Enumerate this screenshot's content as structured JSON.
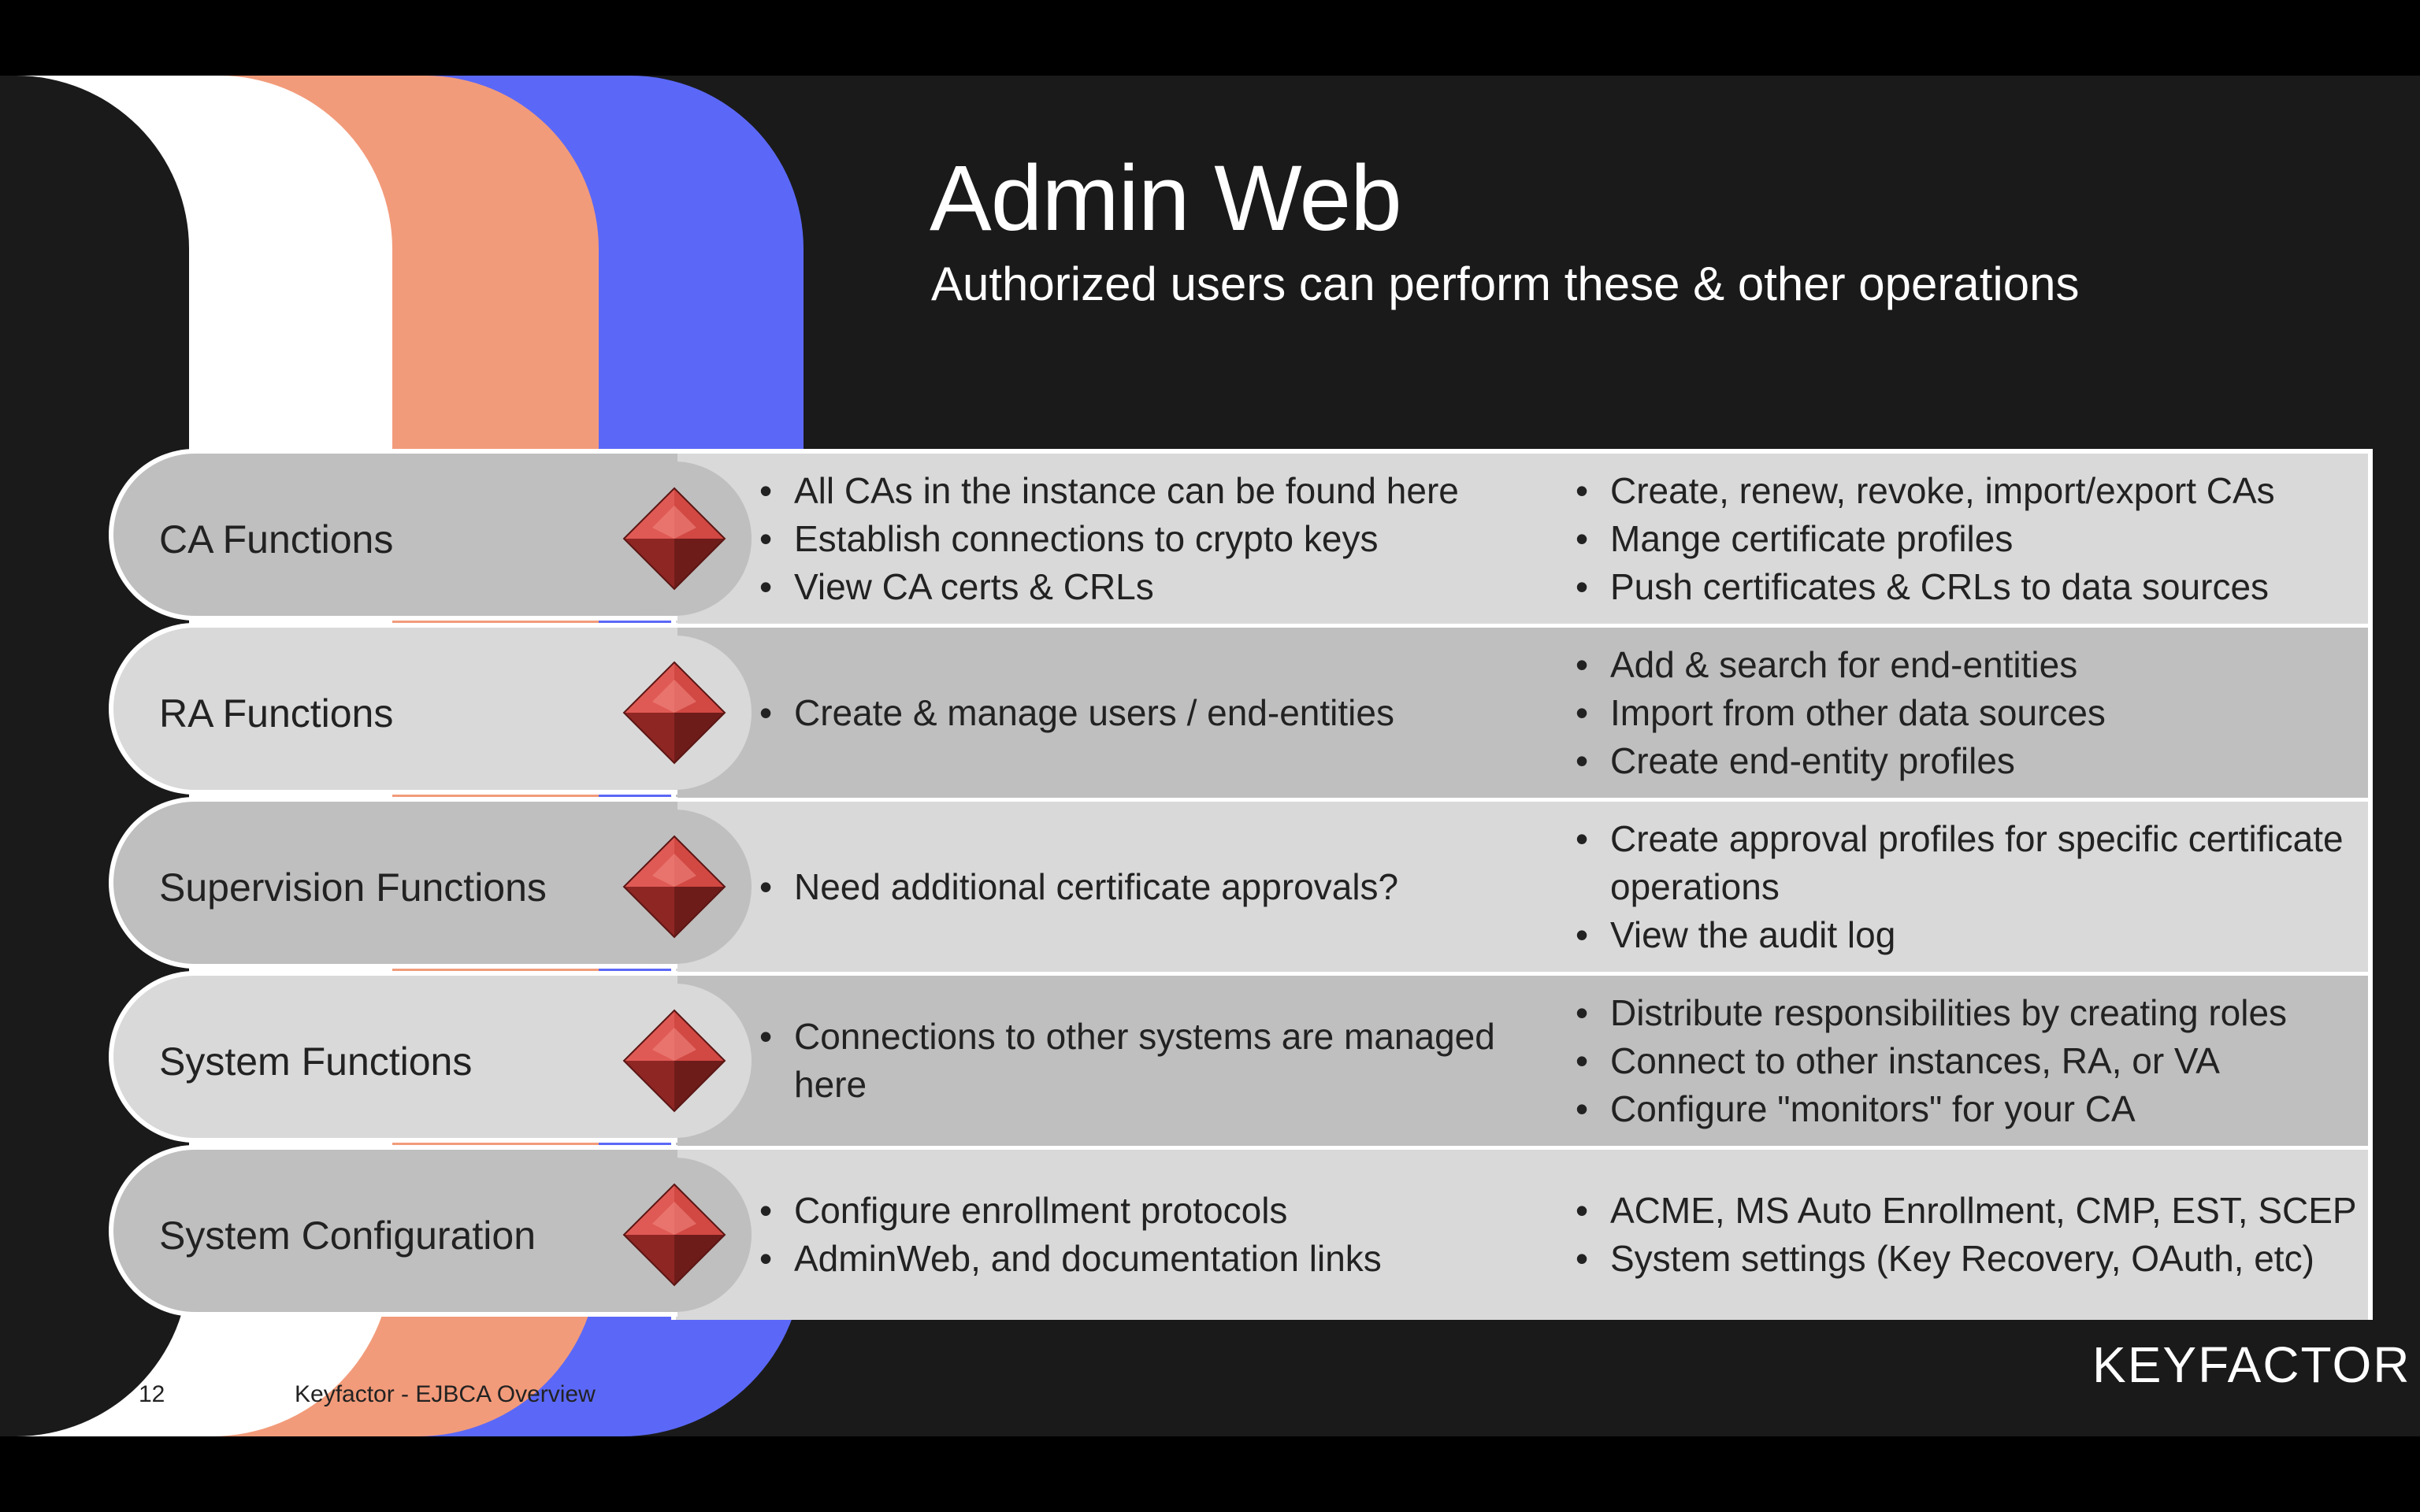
{
  "slide": {
    "title": "Admin Web",
    "subtitle": "Authorized users can perform these & other operations",
    "page_number": "12",
    "footer_text": "Keyfactor - EJBCA Overview",
    "logo_text": "KEYFACTOR"
  },
  "colors": {
    "background": "#1a1a1a",
    "arch_blue": "#5b68f7",
    "arch_peach": "#f29b7a",
    "arch_white": "#ffffff",
    "row_light": "#d9d9d9",
    "row_dark": "#bfbfbf",
    "gem_red": "#c8433f"
  },
  "icons": {
    "row_marker": "red-diamond-gem-icon"
  },
  "rows": [
    {
      "label": "CA Functions",
      "col_a": [
        "All CAs in the instance can be found here",
        "Establish connections to crypto keys",
        "View CA certs & CRLs"
      ],
      "col_b": [
        "Create, renew, revoke, import/export CAs",
        "Mange certificate profiles",
        "Push certificates & CRLs to data sources"
      ]
    },
    {
      "label": "RA Functions",
      "col_a": [
        "Create & manage users / end-entities"
      ],
      "col_b": [
        "Add & search for end-entities",
        "Import from other data sources",
        "Create end-entity profiles"
      ]
    },
    {
      "label": "Supervision Functions",
      "col_a": [
        "Need additional certificate approvals?"
      ],
      "col_b": [
        "Create approval profiles for specific certificate operations",
        "View the audit log"
      ]
    },
    {
      "label": "System Functions",
      "col_a": [
        "Connections to other systems are managed here"
      ],
      "col_b": [
        "Distribute responsibilities by creating roles",
        "Connect to other instances, RA, or VA",
        "Configure \"monitors\" for your CA"
      ]
    },
    {
      "label": "System Configuration",
      "col_a": [
        "Configure enrollment protocols",
        "AdminWeb, and documentation links"
      ],
      "col_b": [
        "ACME, MS Auto Enrollment, CMP, EST, SCEP",
        "System settings (Key Recovery, OAuth, etc)"
      ]
    }
  ]
}
